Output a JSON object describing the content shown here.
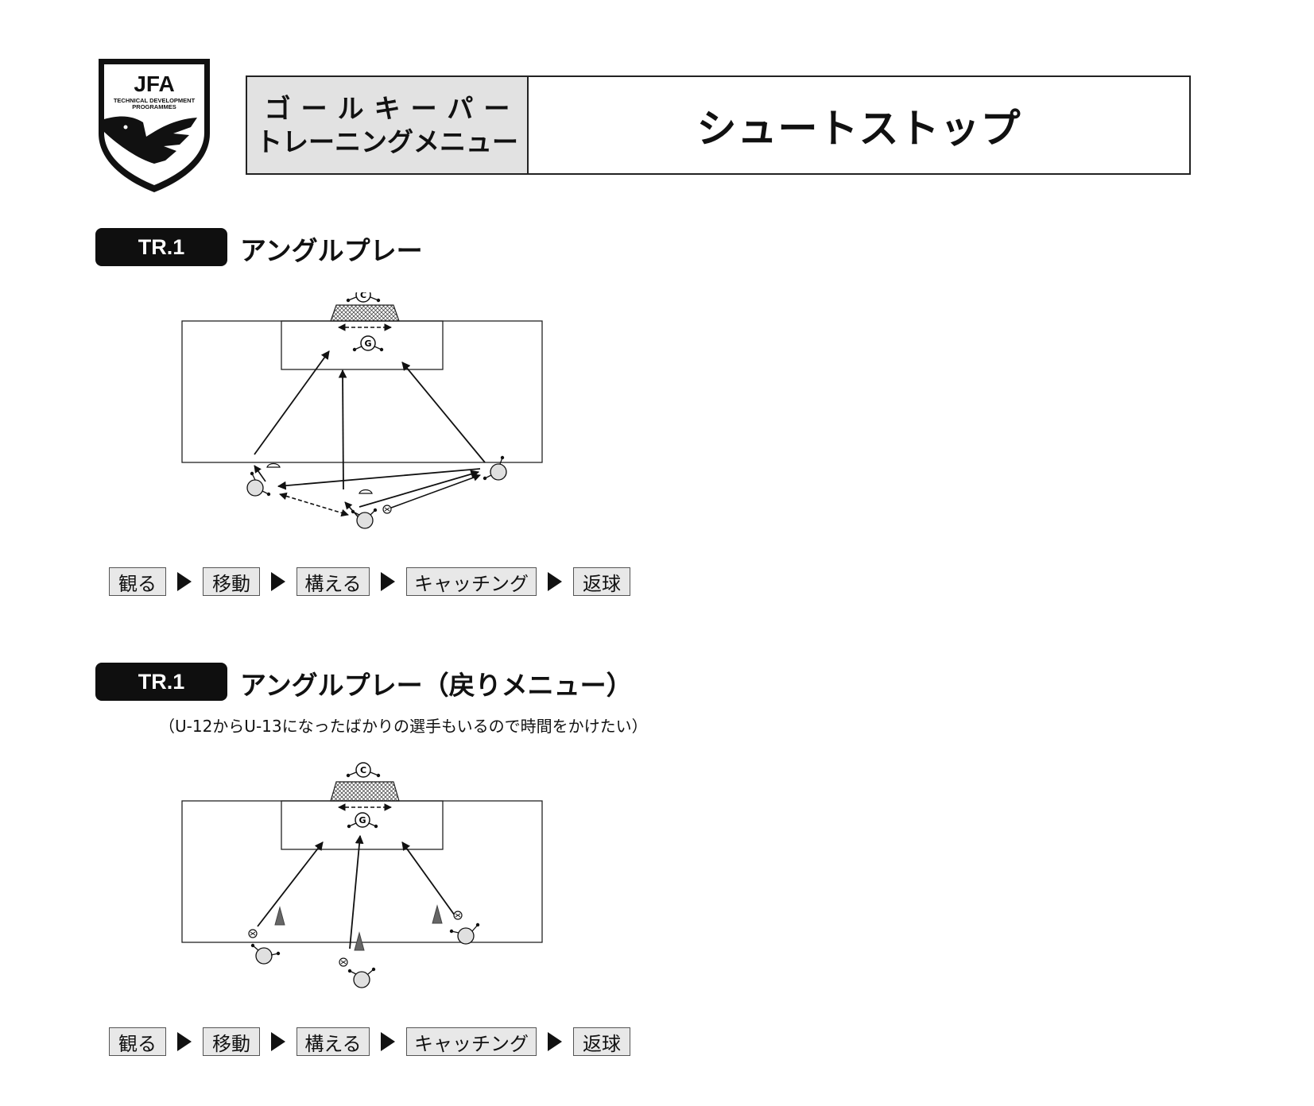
{
  "logo": {
    "line1": "JFA",
    "line2": "TECHNICAL DEVELOPMENT",
    "line3": "PROGRAMMES"
  },
  "header": {
    "category_line1": "ゴールキーパー",
    "category_line2": "トレーニングメニュー",
    "title": "シュートストップ"
  },
  "sections": [
    {
      "badge": "TR.1",
      "title": "アングルプレー",
      "subtitle": "",
      "diagram": {
        "coach_label": "C",
        "keeper_label": "G"
      },
      "steps": [
        "観る",
        "移動",
        "構える",
        "キャッチング",
        "返球"
      ]
    },
    {
      "badge": "TR.1",
      "title": "アングルプレー（戻りメニュー）",
      "subtitle": "（U-12からU-13になったばかりの選手もいるので時間をかけたい）",
      "diagram": {
        "coach_label": "C",
        "keeper_label": "G"
      },
      "steps": [
        "観る",
        "移動",
        "構える",
        "キャッチング",
        "返球"
      ]
    }
  ],
  "colors": {
    "badge_bg": "#0f0f0f",
    "header_left_bg": "#e2e2e2",
    "step_bg": "#e8e8e8",
    "cone_fill": "#666666",
    "player_fill": "#e0e0e0"
  }
}
